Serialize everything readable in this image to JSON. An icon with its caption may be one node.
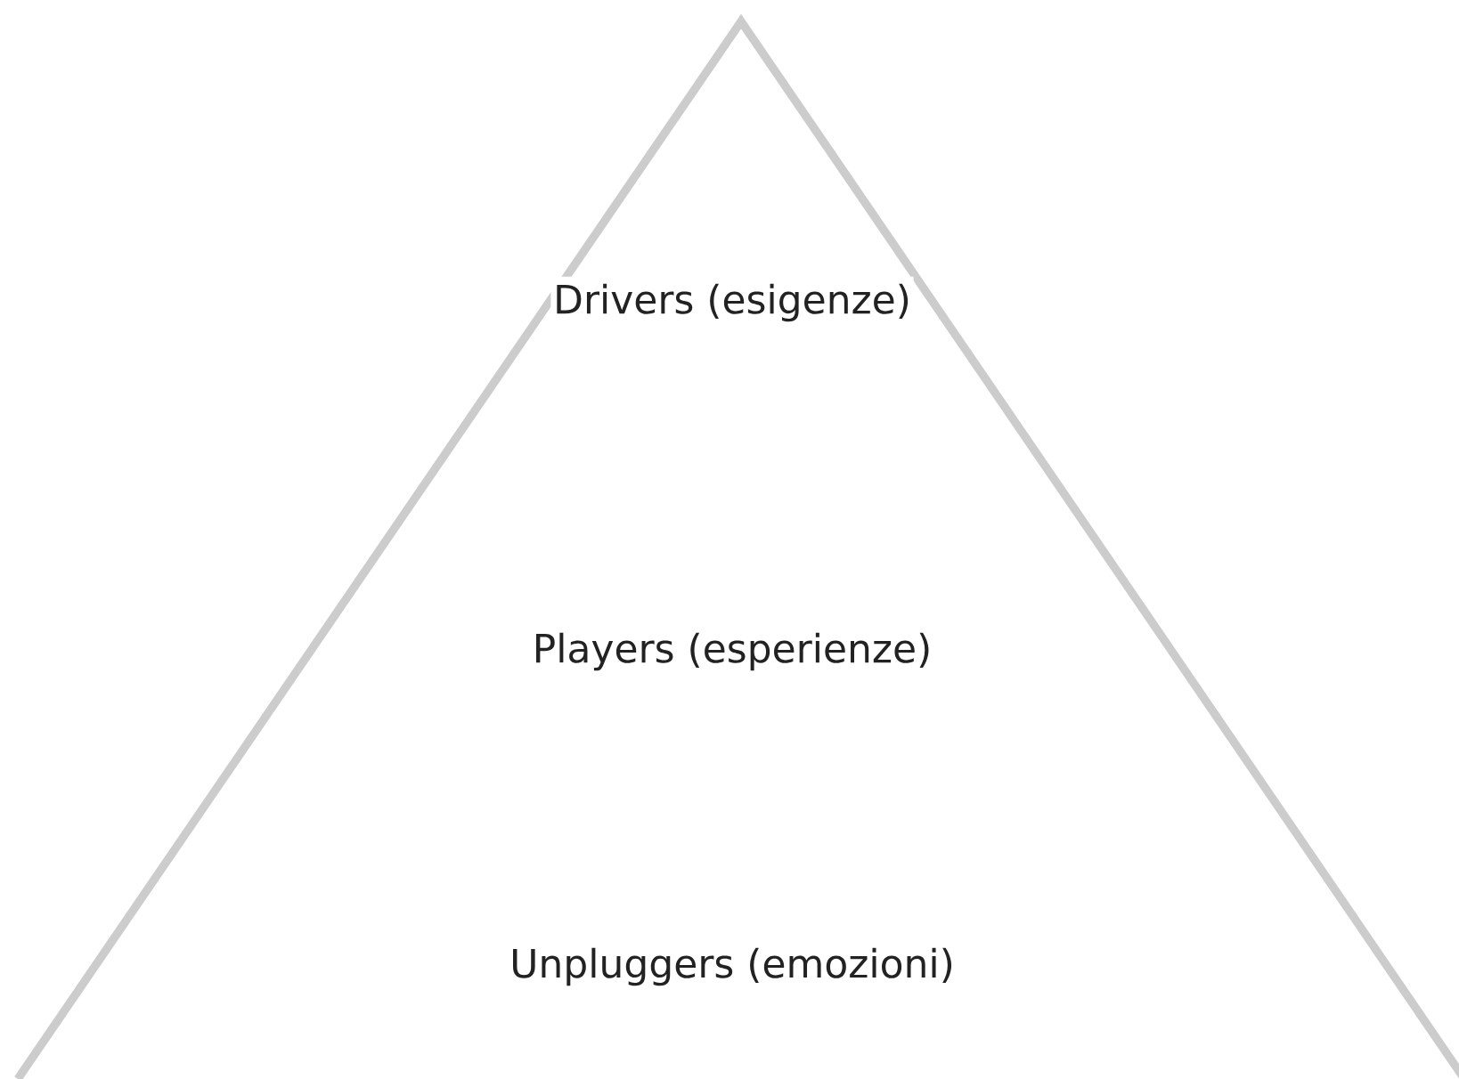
{
  "diagram": {
    "nodes": [
      {
        "text": [
          "Drivers (esigenze)",
          "Players (esperienze)",
          "Unpluggers (emozioni)"
        ]
      }
    ]
  }
}
